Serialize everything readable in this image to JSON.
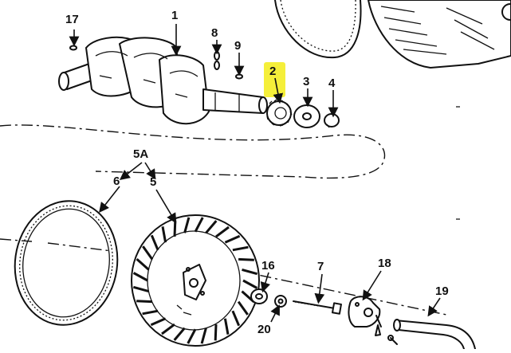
{
  "labels": {
    "p17": "17",
    "p1": "1",
    "p8": "8",
    "p9": "9",
    "p2": "2",
    "p3": "3",
    "p4": "4",
    "p5a": "5A",
    "p6": "6",
    "p5": "5",
    "p16": "16",
    "p7": "7",
    "p18": "18",
    "p19": "19",
    "p20": "20"
  },
  "colors": {
    "highlight": "#f5ef3a",
    "ink": "#111111",
    "background": "#ffffff"
  }
}
